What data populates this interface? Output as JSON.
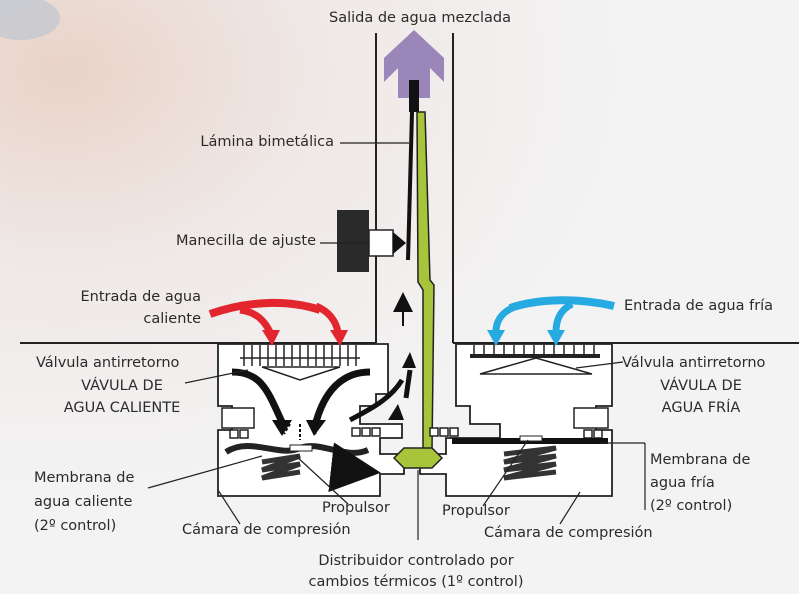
{
  "labels": {
    "outlet": "Salida de agua mezclada",
    "bimetal": "Lámina bimetálica",
    "handle": "Manecilla de ajuste",
    "hot_inlet_1": "Entrada de agua",
    "hot_inlet_2": "caliente",
    "cold_inlet": "Entrada de agua fría",
    "check_valve_hot": "Válvula antirretorno",
    "hot_valve_1": "VÁVULA DE",
    "hot_valve_2": "AGUA CALIENTE",
    "check_valve_cold": "Válvula antirretorno",
    "cold_valve_1": "VÁVULA DE",
    "cold_valve_2": "AGUA FRÍA",
    "hot_membrane_1": "Membrana de",
    "hot_membrane_2": "agua caliente",
    "hot_membrane_3": "(2º control)",
    "cold_membrane_1": "Membrana de",
    "cold_membrane_2": "agua fría",
    "cold_membrane_3": "(2º control)",
    "propulsor_left": "Propulsor",
    "propulsor_right": "Propulsor",
    "chamber_left": "Cámara de compresión",
    "chamber_right": "Cámara de compresión",
    "distributor_1": "Distribuidor controlado por",
    "distributor_2": "cambios térmicos (1º control)"
  },
  "colors": {
    "hot_arrow": "#e3262d",
    "cold_arrow": "#27a9e1",
    "outlet_arrow": "#9a86b8",
    "bimetal": "#a7c43a",
    "lines": "#222222"
  }
}
